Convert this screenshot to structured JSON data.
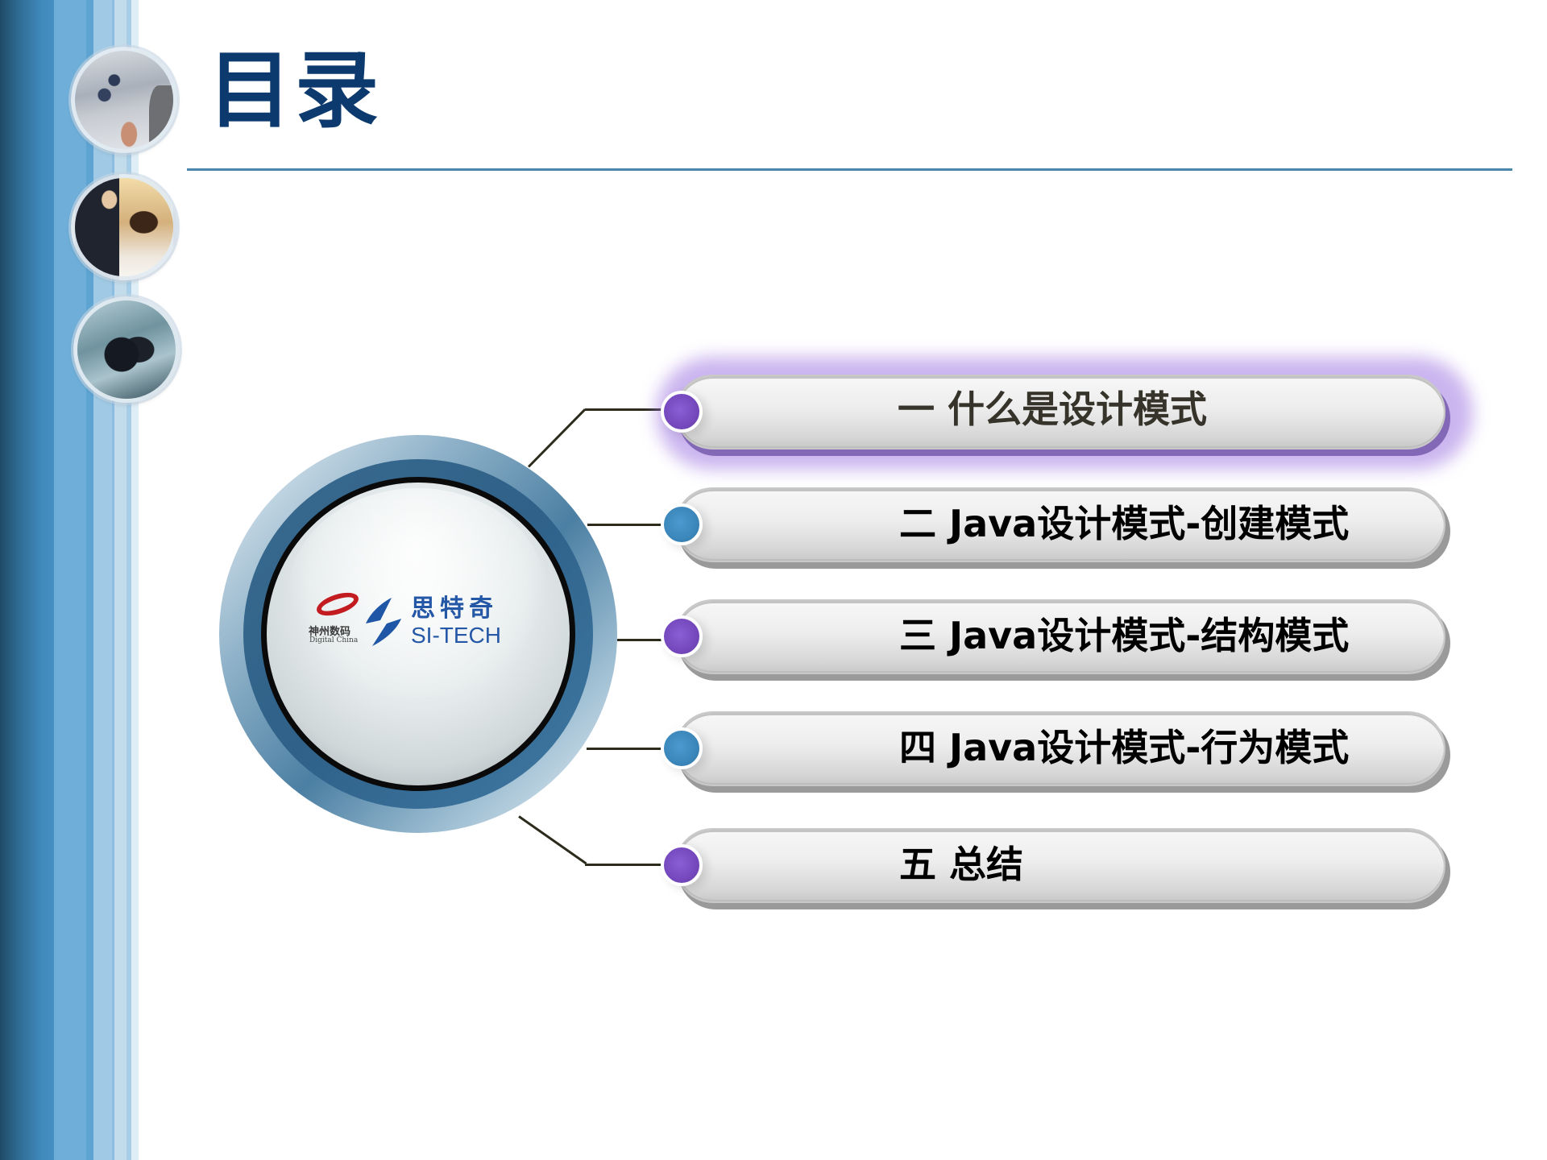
{
  "slide": {
    "title": "目录",
    "logo": {
      "partner_cn": "神州数码",
      "partner_en": "Digital China",
      "brand_cn": "思特奇",
      "brand_en": "SI-TECH"
    },
    "items": [
      {
        "label": "一 什么是设计模式",
        "dot_color": "purple",
        "active": true
      },
      {
        "label": "二 Java设计模式-创建模式",
        "dot_color": "blue",
        "active": false
      },
      {
        "label": "三 Java设计模式-结构模式",
        "dot_color": "purple",
        "active": false
      },
      {
        "label": "四 Java设计模式-行为模式",
        "dot_color": "blue",
        "active": false
      },
      {
        "label": "五 总结",
        "dot_color": "purple",
        "active": false
      }
    ],
    "colors": {
      "title": "#0d3a6e",
      "rule": "#4a86aa",
      "purple_dot": "#7548bd",
      "blue_dot": "#3b86ba",
      "active_glow": "#a98ee0",
      "active_text": "#36342a",
      "text": "#000000"
    }
  }
}
